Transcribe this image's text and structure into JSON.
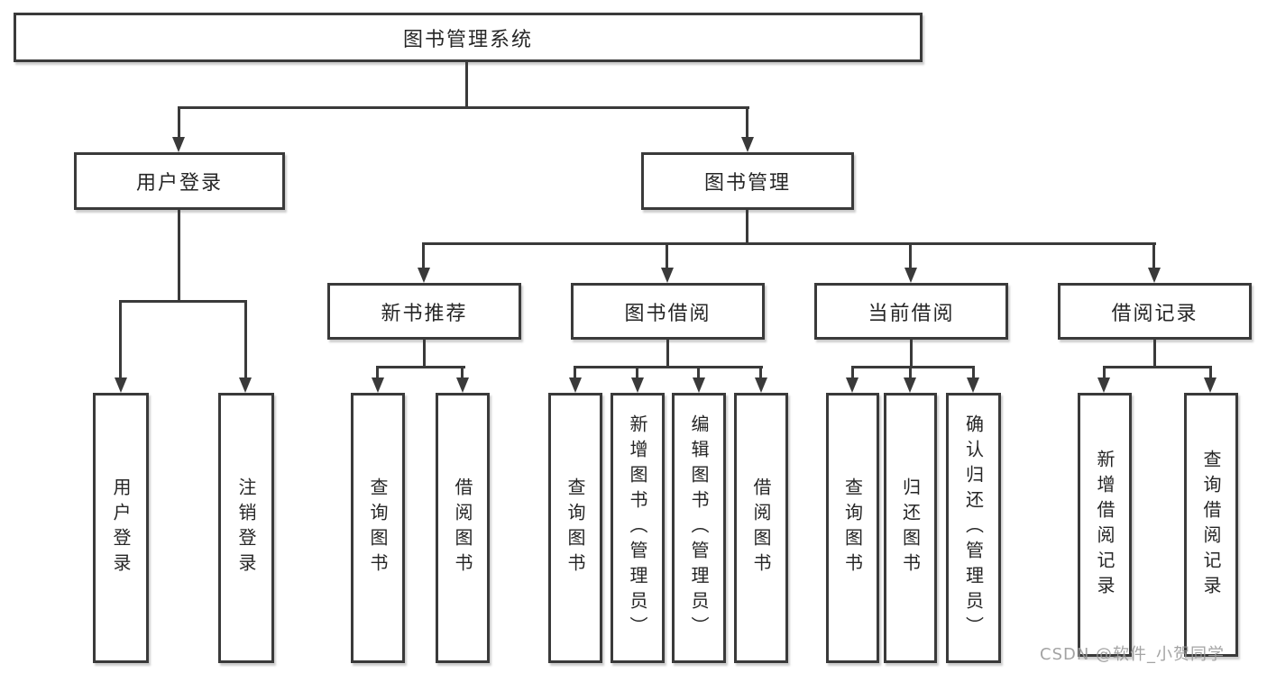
{
  "tree": {
    "root": {
      "label": "图书管理系统",
      "children": [
        {
          "label": "用户登录",
          "children": [
            {
              "label": "用户登录"
            },
            {
              "label": "注销登录"
            }
          ]
        },
        {
          "label": "图书管理",
          "children": [
            {
              "label": "新书推荐",
              "children": [
                {
                  "label": "查询图书"
                },
                {
                  "label": "借阅图书"
                }
              ]
            },
            {
              "label": "图书借阅",
              "children": [
                {
                  "label": "查询图书"
                },
                {
                  "label": "新增图书（管理员）"
                },
                {
                  "label": "编辑图书（管理员）"
                },
                {
                  "label": "借阅图书"
                }
              ]
            },
            {
              "label": "当前借阅",
              "children": [
                {
                  "label": "查询图书"
                },
                {
                  "label": "归还图书"
                },
                {
                  "label": "确认归还（管理员）"
                }
              ]
            },
            {
              "label": "借阅记录",
              "children": [
                {
                  "label": "新增借阅记录"
                },
                {
                  "label": "查询借阅记录"
                }
              ]
            }
          ]
        }
      ]
    }
  },
  "watermark": {
    "text": "CSDN @软件_小贺同学"
  },
  "colors": {
    "line": "#3a3a3a",
    "text": "#262626",
    "watermark": "#9a9a9a",
    "background": "#ffffff"
  }
}
